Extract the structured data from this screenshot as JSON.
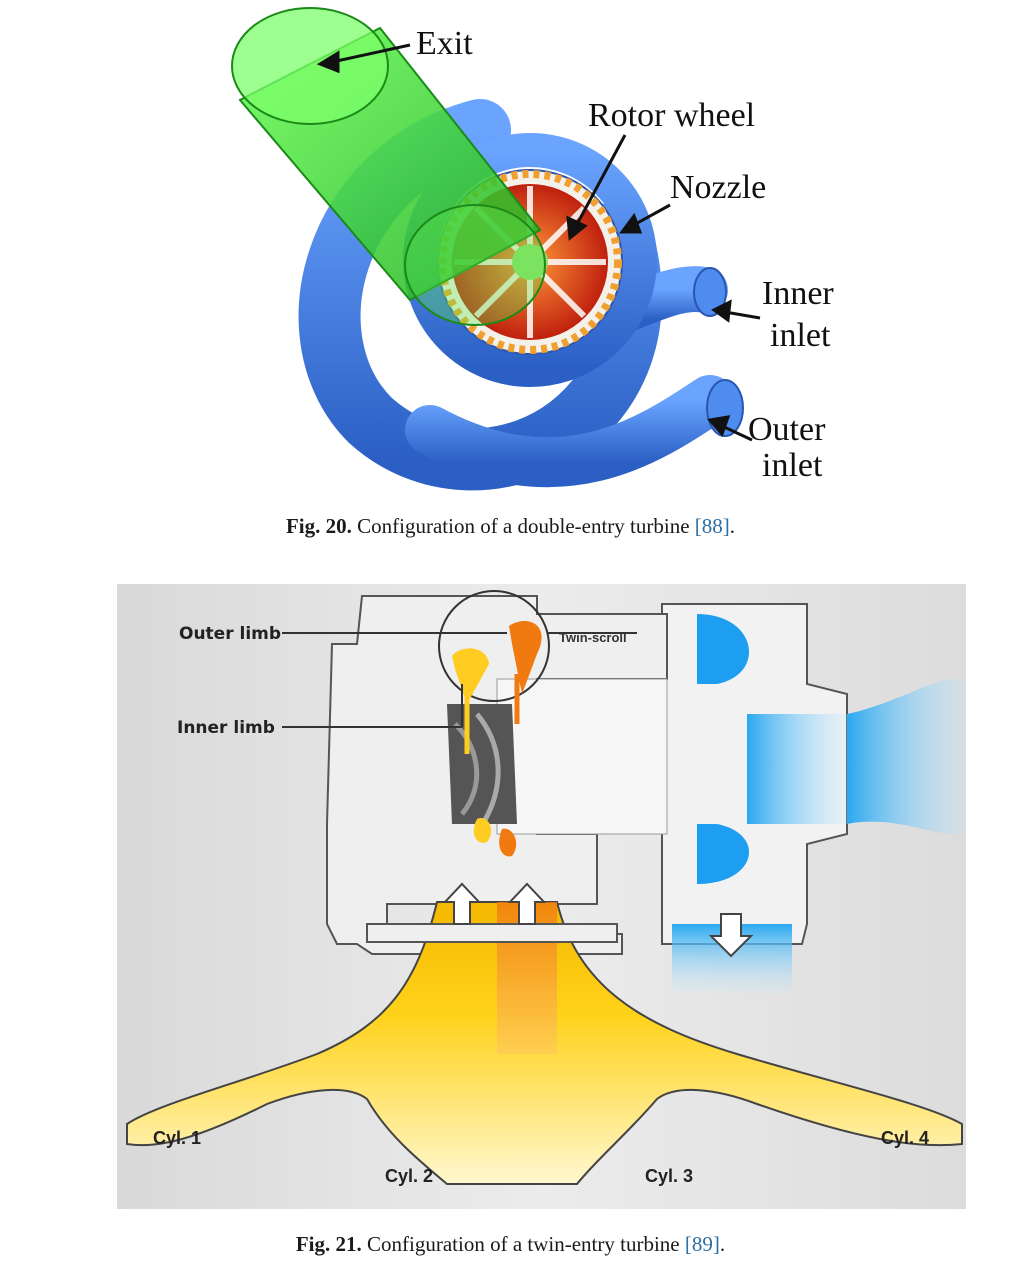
{
  "fig20": {
    "labels": {
      "exit": "Exit",
      "rotor": "Rotor wheel",
      "nozzle": "Nozzle",
      "inner1": "Inner",
      "inner2": "inlet",
      "outer1": "Outer",
      "outer2": "inlet"
    },
    "caption": {
      "label": "Fig. 20.",
      "text": "Configuration of a double-entry turbine",
      "ref": "[88]",
      "end": "."
    }
  },
  "fig21": {
    "labels": {
      "outer_limb": "Outer limb",
      "inner_limb": "Inner limb",
      "twin_scroll": "Twin-scroll",
      "cyl1": "Cyl. 1",
      "cyl2": "Cyl. 2",
      "cyl3": "Cyl. 3",
      "cyl4": "Cyl. 4"
    },
    "caption": {
      "label": "Fig. 21.",
      "text": "Configuration of a twin-entry turbine",
      "ref": "[89]",
      "end": "."
    }
  },
  "colors": {
    "scroll_blue": "#3f7fe0",
    "exit_green": "#3fd43a",
    "rotor_red": "#d8301a",
    "exhaust_yellow": "#ffd21a",
    "exhaust_orange": "#f07a10",
    "coolant_blue": "#2aa8f0",
    "housing_gray": "#e6e6e6",
    "reference_blue": "#2b6ea3"
  }
}
